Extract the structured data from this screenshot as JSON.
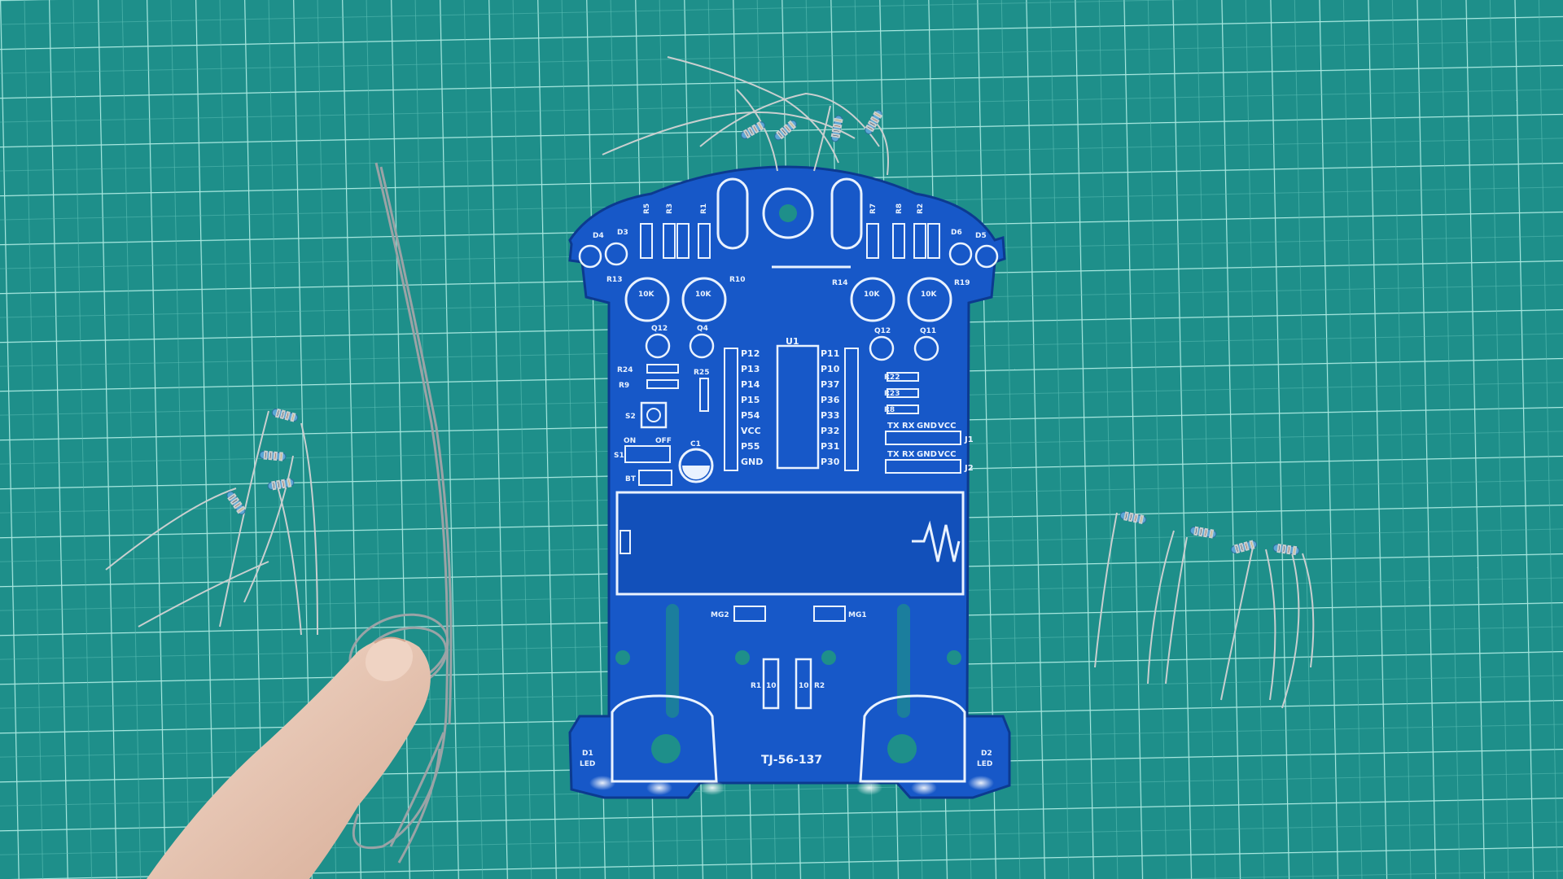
{
  "scene": {
    "subject": "robot-car-pcb-kit",
    "colors": {
      "mat": "#1e8f8a",
      "mat_grid": "#9ee3dc",
      "pcb": "#1758c8",
      "pcb_dark": "#0f46a8",
      "silkscreen": "#e9f2ff",
      "resistor_body": "#5aa7d6",
      "lead_wire": "#c9cfcf",
      "skin": "#e8c6b2"
    }
  },
  "pcb": {
    "model": "TJ-56-137",
    "chip_ref": "U1",
    "left_header": [
      "P12",
      "P13",
      "P14",
      "P15",
      "P54",
      "VCC",
      "P55",
      "GND"
    ],
    "right_header": [
      "P11",
      "P10",
      "P37",
      "P36",
      "P33",
      "P32",
      "P31",
      "P30"
    ],
    "uart_header_1": {
      "ref": "J1",
      "pins": [
        "TX",
        "RX",
        "GND",
        "VCC"
      ]
    },
    "uart_header_2": {
      "ref": "J2",
      "pins": [
        "TX",
        "RX",
        "GND",
        "VCC"
      ]
    },
    "resistor_refs": {
      "top_left": [
        "R5",
        "R3",
        "R1"
      ],
      "top_right": [
        "R7",
        "R8",
        "R2"
      ],
      "left_pots": [
        "R13",
        "R10"
      ],
      "right_pots": [
        "R14",
        "R19"
      ],
      "left_small": [
        "R24",
        "R9",
        "R25"
      ],
      "right_small": [
        "R22",
        "R23",
        "R8"
      ],
      "motor": [
        "R1",
        "R2"
      ],
      "motor_values": [
        "10",
        "10"
      ]
    },
    "pot_label": "10K",
    "switch": {
      "ref": "S1",
      "on": "ON",
      "off": "OFF"
    },
    "button_ref": "S2",
    "capacitor_ref": "C1",
    "connector_ref": "BT",
    "motor_refs": [
      "MG2",
      "MG1"
    ],
    "led_labels": [
      "D1",
      "LED",
      "D2",
      "LED"
    ],
    "transistor_refs": [
      "Q12",
      "Q4",
      "Q12",
      "Q11"
    ],
    "sensor_refs": [
      "D4",
      "D3",
      "D6",
      "D5"
    ]
  }
}
